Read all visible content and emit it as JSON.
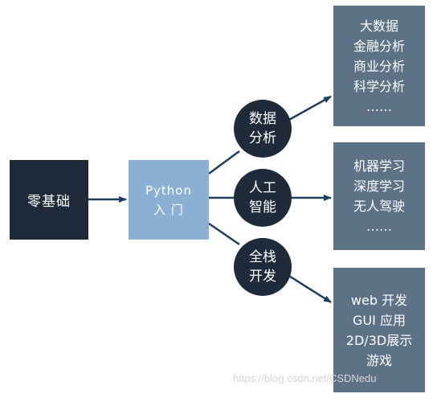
{
  "start": {
    "label": "零基础"
  },
  "python": {
    "line1": "Python",
    "line2": "入 门"
  },
  "branches": [
    {
      "line1": "数据",
      "line2": "分析",
      "items": [
        "大数据",
        "金融分析",
        "商业分析",
        "科学分析",
        "……"
      ]
    },
    {
      "line1": "人工",
      "line2": "智能",
      "items": [
        "机器学习",
        "深度学习",
        "无人驾驶",
        "……"
      ]
    },
    {
      "line1": "全栈",
      "line2": "开发",
      "items": [
        "web 开发",
        "GUI 应用",
        "2D/3D展示",
        "游戏"
      ]
    }
  ],
  "watermark": "https://blog.csdn.net/CSDNedu",
  "colors": {
    "dark": "#1f2b3a",
    "python_box": "#8bb0d3",
    "result_box": "#5e7287",
    "arrow": "#1f3d5c"
  }
}
